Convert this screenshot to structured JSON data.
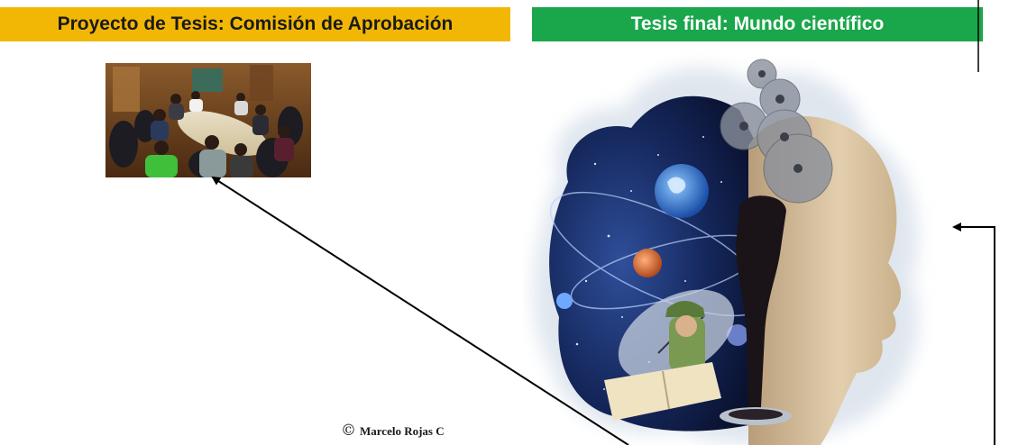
{
  "banners": {
    "left": "Proyecto de Tesis: Comisión de Aprobación",
    "right": "Tesis final: Mundo científico"
  },
  "colors": {
    "left_banner": "#f2b705",
    "right_banner": "#1aa64a"
  },
  "images": {
    "left": "meeting-photo",
    "right": "science-collage-head"
  },
  "footer": {
    "symbol": "©",
    "author": "Marcelo Rojas C"
  }
}
